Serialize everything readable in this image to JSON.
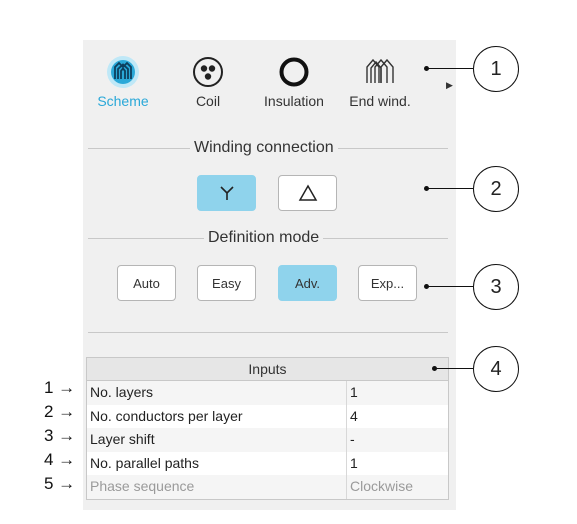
{
  "toolbar": {
    "items": [
      {
        "label": "Scheme",
        "icon": "scheme-icon",
        "active": true
      },
      {
        "label": "Coil",
        "icon": "coil-icon",
        "active": false
      },
      {
        "label": "Insulation",
        "icon": "insulation-icon",
        "active": false
      },
      {
        "label": "End wind.",
        "icon": "end-winding-icon",
        "active": false
      }
    ],
    "more_icon": "scroll-right-arrow-icon"
  },
  "winding_connection": {
    "title": "Winding connection",
    "options": [
      {
        "label": "Y",
        "icon": "star-connection-icon",
        "selected": true
      },
      {
        "label": "Δ",
        "icon": "delta-connection-icon",
        "selected": false
      }
    ]
  },
  "definition_mode": {
    "title": "Definition mode",
    "options": [
      {
        "label": "Auto",
        "selected": false
      },
      {
        "label": "Easy",
        "selected": false
      },
      {
        "label": "Adv.",
        "selected": true
      },
      {
        "label": "Exp...",
        "selected": false
      }
    ]
  },
  "inputs": {
    "header": "Inputs",
    "rows": [
      {
        "label": "No. layers",
        "value": "1",
        "enabled": true
      },
      {
        "label": "No. conductors per layer",
        "value": "4",
        "enabled": true
      },
      {
        "label": "Layer shift",
        "value": "-",
        "enabled": true
      },
      {
        "label": "No. parallel paths",
        "value": "1",
        "enabled": true
      },
      {
        "label": "Phase sequence",
        "value": "Clockwise",
        "enabled": false
      }
    ]
  },
  "callouts": [
    "1",
    "2",
    "3",
    "4"
  ],
  "row_annotations": [
    "1 →",
    "2 →",
    "3 →",
    "4 →",
    "5 →"
  ],
  "colors": {
    "accent": "#2aa8d8",
    "selected_button": "#8fd3ec",
    "panel_bg": "#f0f0f0"
  }
}
